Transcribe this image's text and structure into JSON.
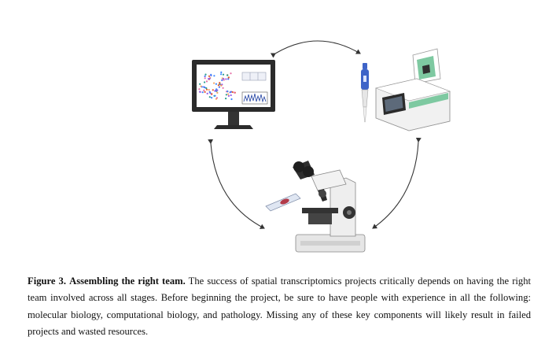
{
  "figure": {
    "label": "Figure 3.",
    "title": "Assembling the right team.",
    "caption": "The success of spatial transcriptomics projects critically depends on having the right team involved across all stages. Before beginning the project, be sure to have people with experience in all the following: molecular biology, computational biology, and pathology. Missing any of these key components will likely result in failed projects and wasted resources."
  },
  "icons": {
    "computer": "computer-monitor-icon",
    "lab": "pipette-and-thermocycler-icon",
    "microscope": "microscope-icon"
  },
  "colors": {
    "arrow": "#333333",
    "dot_palette": [
      "#e4572e",
      "#4c6ef5",
      "#9b5de5",
      "#2a9d8f",
      "#f4a261",
      "#e76fa7",
      "#3a86ff"
    ],
    "pipette_blue": "#3e64c8",
    "cycler_green": "#7ec9a1",
    "slide_sample": "#b23a48"
  }
}
